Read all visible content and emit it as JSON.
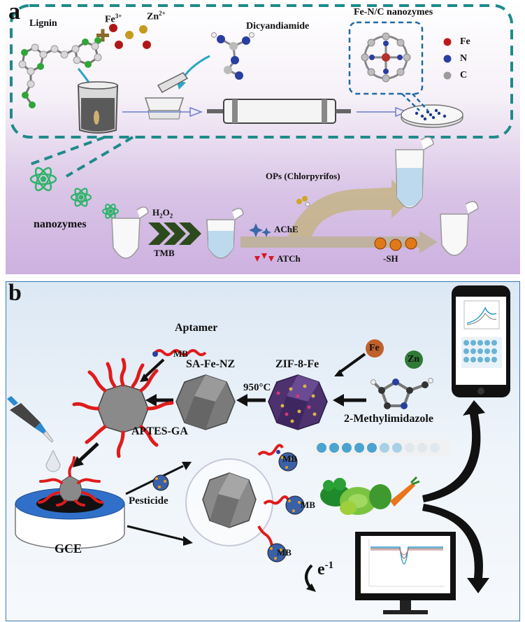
{
  "panel_a": {
    "letter": "a",
    "labels": {
      "lignin": "Lignin",
      "fe3": "Fe",
      "fe3_sup": "3+",
      "zn2": "Zn",
      "zn2_sup": "2+",
      "dicyandiamide": "Dicyandiamide",
      "nanozymes_title": "Fe-N/C nanozymes",
      "legend_fe": "Fe",
      "legend_n": "N",
      "legend_c": "C",
      "nanozymes": "nanozymes",
      "h2o2": "H",
      "h2o2_sub1": "2",
      "h2o2_mid": "O",
      "h2o2_sub2": "2",
      "tmb": "TMB",
      "ops": "OPs (Chlorpyrifos)",
      "ache": "AChE",
      "atch": "ATCh",
      "sh": "-SH"
    },
    "colors": {
      "dash": "#1f8a8a",
      "fe": "#c0171b",
      "n": "#2a3ea0",
      "c": "#9c9c9c",
      "atom": "#2fb36b",
      "chevron": "#2d4a1e"
    }
  },
  "panel_b": {
    "letter": "b",
    "labels": {
      "aptamer": "Aptamer",
      "mb": "MB",
      "sa_fe_nz": "SA-Fe-NZ",
      "zif_8_fe": "ZIF-8-Fe",
      "temp": "950°C",
      "fe": "Fe",
      "zn": "Zn",
      "methylimidazole": "2-Methylimidazole",
      "aptes_ga": "APTES-GA",
      "gce": "GCE",
      "pesticide": "Pesticide",
      "electron": "e",
      "electron_sup": "-1"
    },
    "colors": {
      "border": "#3a78b5",
      "aptamer": "#e01b1b",
      "zif": "#5b3a7a"
    }
  }
}
